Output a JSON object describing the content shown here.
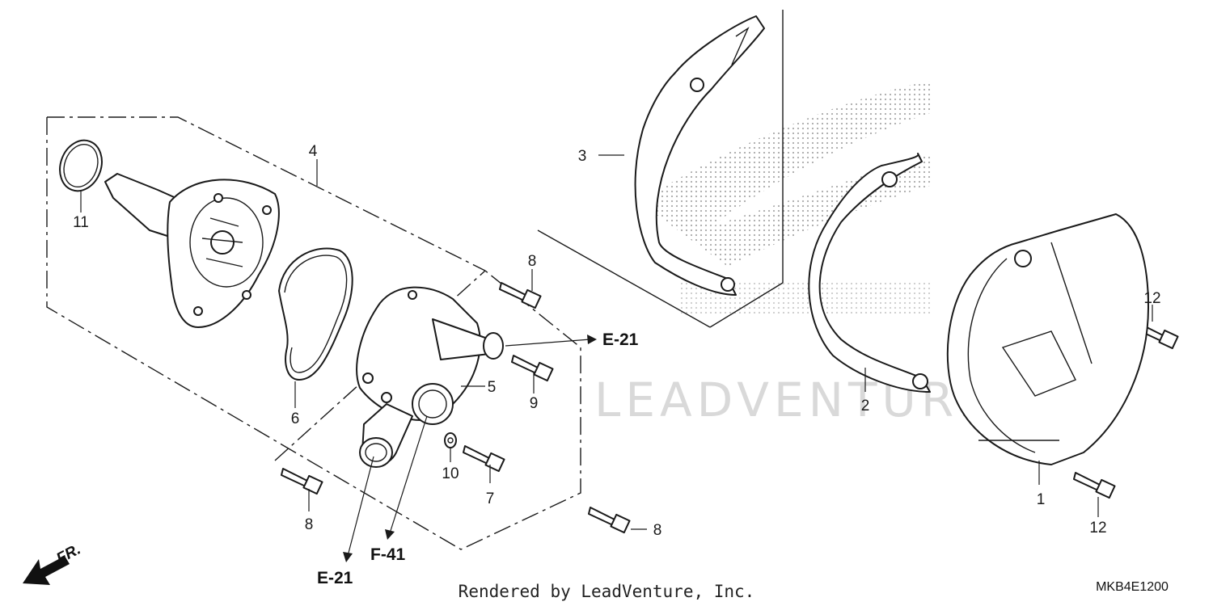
{
  "callouts": {
    "c1": "1",
    "c2": "2",
    "c3": "3",
    "c4": "4",
    "c5": "5",
    "c6": "6",
    "c7": "7",
    "c8a": "8",
    "c8b": "8",
    "c8c": "8",
    "c9": "9",
    "c10": "10",
    "c11": "11",
    "c12a": "12",
    "c12b": "12"
  },
  "references": {
    "e21_right": "E-21",
    "e21_bottom": "E-21",
    "f41": "F-41"
  },
  "direction_label": "FR.",
  "watermark": "LEADVENTURE",
  "footer": {
    "credit": "Rendered by LeadVenture, Inc.",
    "diagram_code": "MKB4E1200"
  },
  "colors": {
    "line": "#1a1a1a",
    "watermark": "#d9d9d9",
    "logo_dots": "#9a9a9a"
  }
}
